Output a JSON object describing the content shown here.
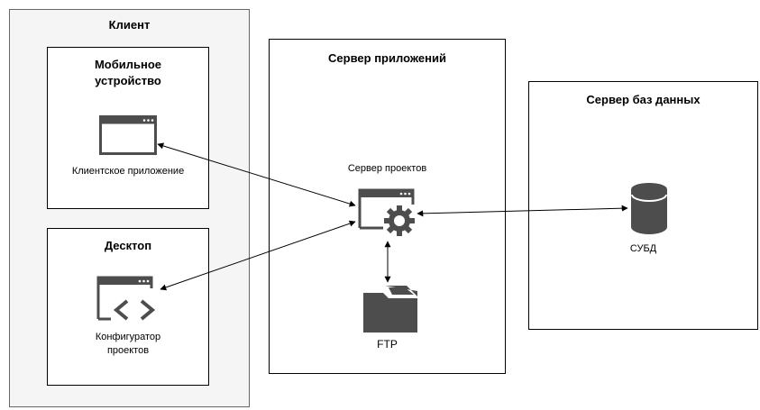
{
  "client": {
    "title": "Клиент",
    "mobile": {
      "title": "Мобильное устройство",
      "app_label": "Клиентское приложение"
    },
    "desktop": {
      "title": "Десктоп",
      "configurator_label": "Конфигуратор проектов"
    }
  },
  "app_server": {
    "title": "Сервер приложений",
    "project_server_label": "Сервер проектов",
    "ftp_label": "FTP"
  },
  "db_server": {
    "title": "Сервер баз данных",
    "dbms_label": "СУБД"
  },
  "colors": {
    "icon": "#4d4d4d",
    "client_fill": "#f5f5f5",
    "border": "#000000"
  }
}
